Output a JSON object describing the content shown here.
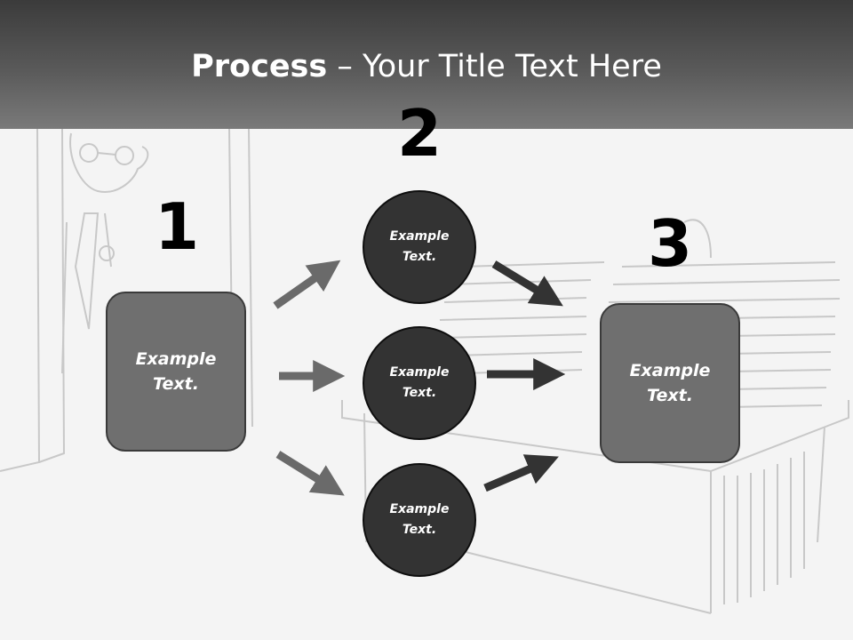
{
  "title": {
    "bold": "Process",
    "rest": " – Your Title Text Here"
  },
  "steps": {
    "one": {
      "number": "1",
      "label": "Example Text."
    },
    "two": {
      "number": "2",
      "items": [
        "Example Text.",
        "Example Text.",
        "Example Text."
      ]
    },
    "three": {
      "number": "3",
      "label": "Example Text."
    }
  },
  "colors": {
    "header": "#4a4a4a",
    "box_fill": "#6f6f6f",
    "circle_fill": "#333333",
    "arrow_light": "#6a6a6a",
    "arrow_dark": "#333333"
  }
}
